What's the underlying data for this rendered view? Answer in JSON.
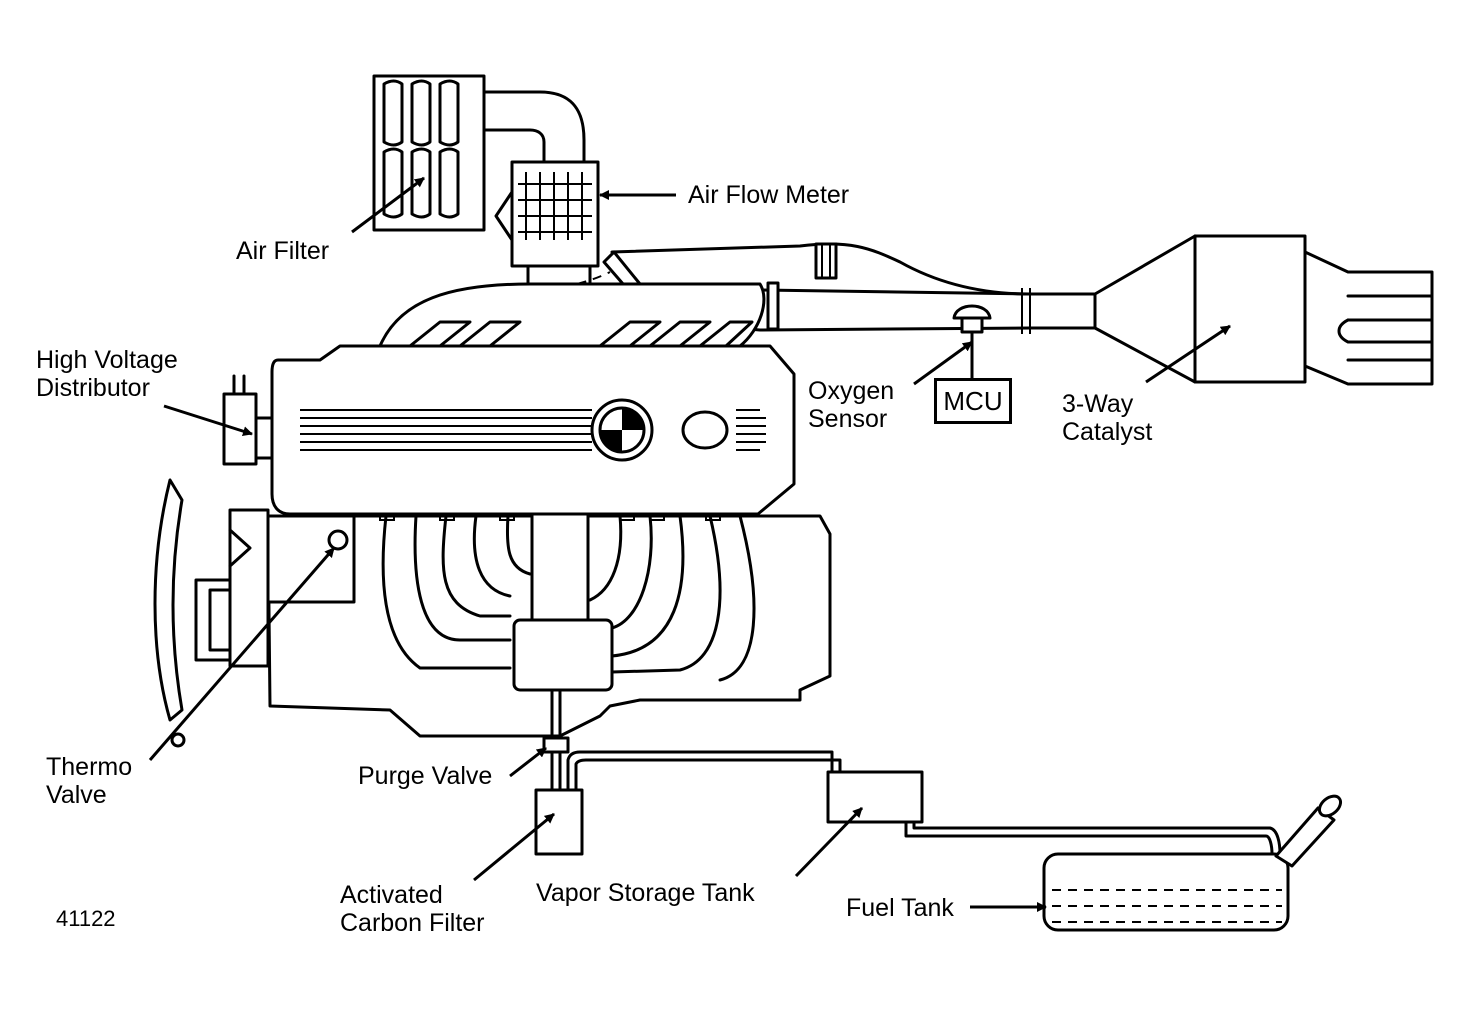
{
  "labels": {
    "air_flow_meter": "Air Flow Meter",
    "air_filter": "Air Filter",
    "hv_distributor": [
      "High Voltage",
      "Distributor"
    ],
    "oxygen_sensor": [
      "Oxygen",
      "Sensor"
    ],
    "mcu": "MCU",
    "catalyst": [
      "3-Way",
      "Catalyst"
    ],
    "thermo_valve": [
      "Thermo",
      "Valve"
    ],
    "purge_valve": "Purge Valve",
    "carbon_filter": [
      "Activated",
      "Carbon Filter"
    ],
    "vapor_tank": "Vapor Storage Tank",
    "fuel_tank": "Fuel Tank",
    "figure_code": "41122"
  }
}
